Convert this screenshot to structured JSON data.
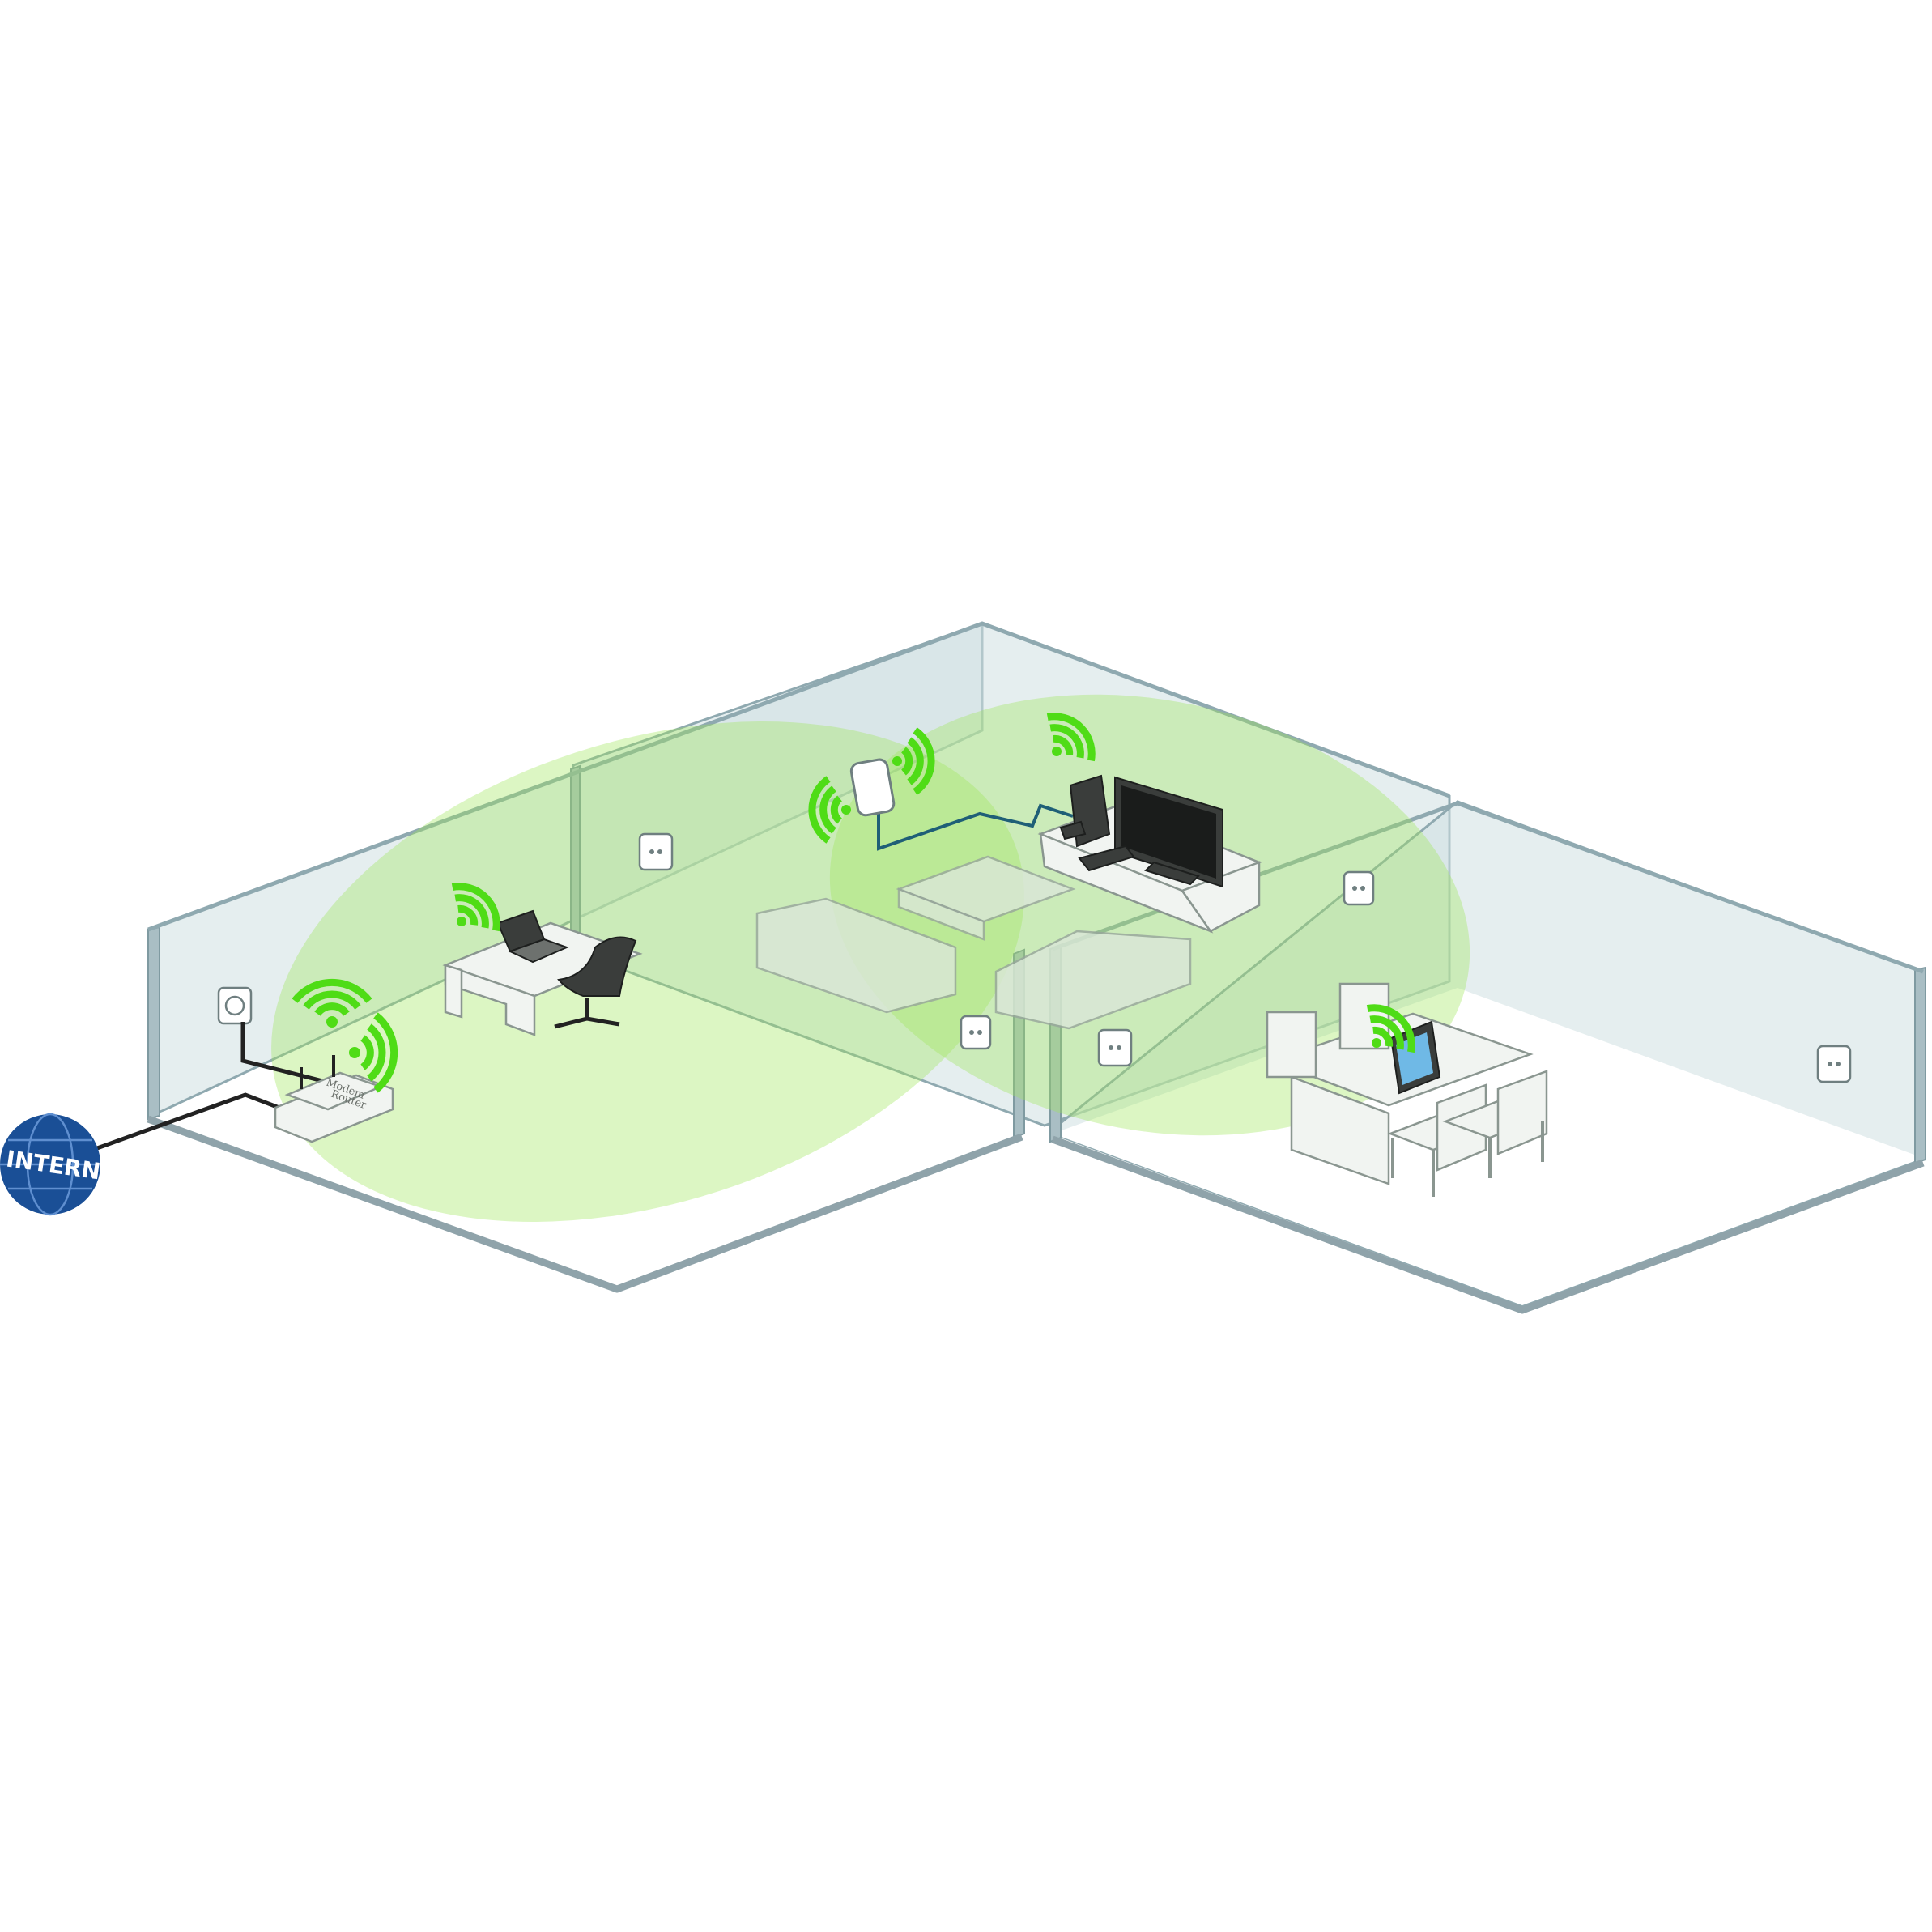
{
  "labels": {
    "internet": "INTERNET",
    "router_line1": "Modem",
    "router_line2": "Router"
  },
  "colors": {
    "coverage": "#9ee55a",
    "wifi_signal": "#4fdc16",
    "globe": "#1a4f96",
    "wall": "#cfe0e2",
    "cable_blue": "#1f5f77",
    "cable_black": "#222222"
  },
  "icons": [
    "internet-globe-icon",
    "wifi-signal-icon",
    "power-socket-icon",
    "laptop-icon",
    "tv-icon",
    "game-console-icon",
    "tablet-icon",
    "office-chair-icon",
    "powerline-adapter-icon"
  ]
}
